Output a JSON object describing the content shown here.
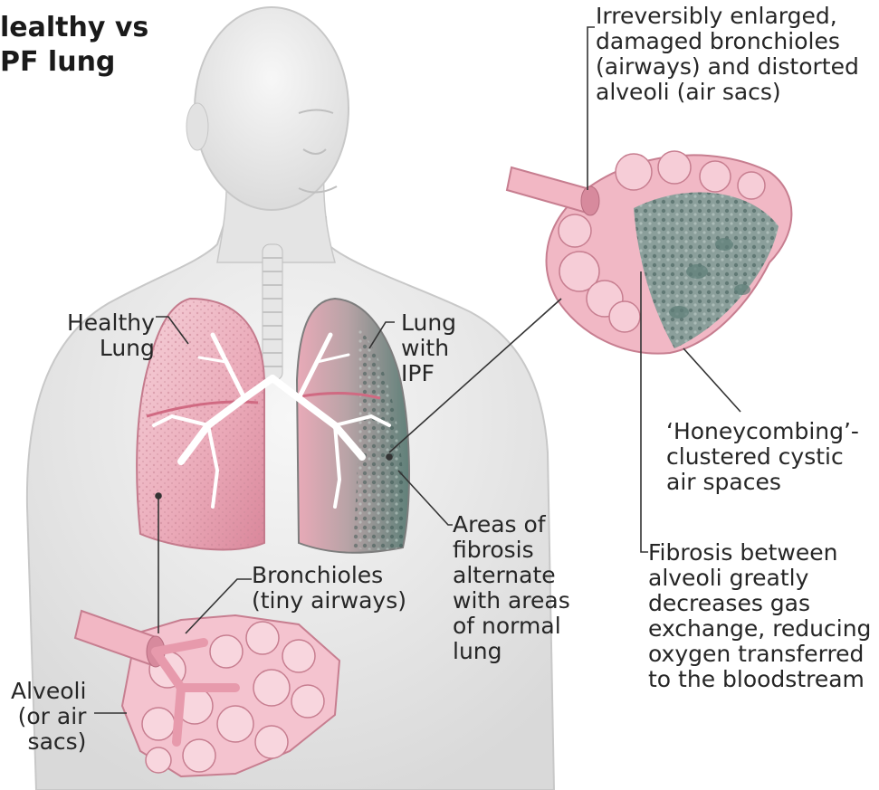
{
  "title": {
    "line1": "lealthy vs",
    "line2": "PF lung"
  },
  "labels": {
    "healthy_lung": "Healthy\nLung",
    "lung_with_ipf": "Lung\nwith\nIPF",
    "irreversibly_enlarged": "Irreversibly enlarged,\ndamaged bronchioles\n(airways) and distorted\nalveoli (air sacs)",
    "honeycombing": "‘Honeycombing’-\nclustered cystic\nair spaces",
    "fibrosis_between": "Fibrosis between\nalveoli greatly\ndecreases gas\nexchange, reducing\noxygen transferred\nto the bloodstream",
    "areas_of_fibrosis": "Areas of\nfibrosis\nalternate\nwith areas\nof normal\nlung",
    "bronchioles": "Bronchioles\n(tiny airways)",
    "alveoli": "Alveoli\n(or air\nsacs)"
  },
  "colors": {
    "body": "#ededed",
    "body_outline": "#c9c9c9",
    "lung_pink": "#e9a3b3",
    "lung_light": "#f3c9d3",
    "fibrosis": "#6f8f88",
    "leader": "#333333"
  }
}
